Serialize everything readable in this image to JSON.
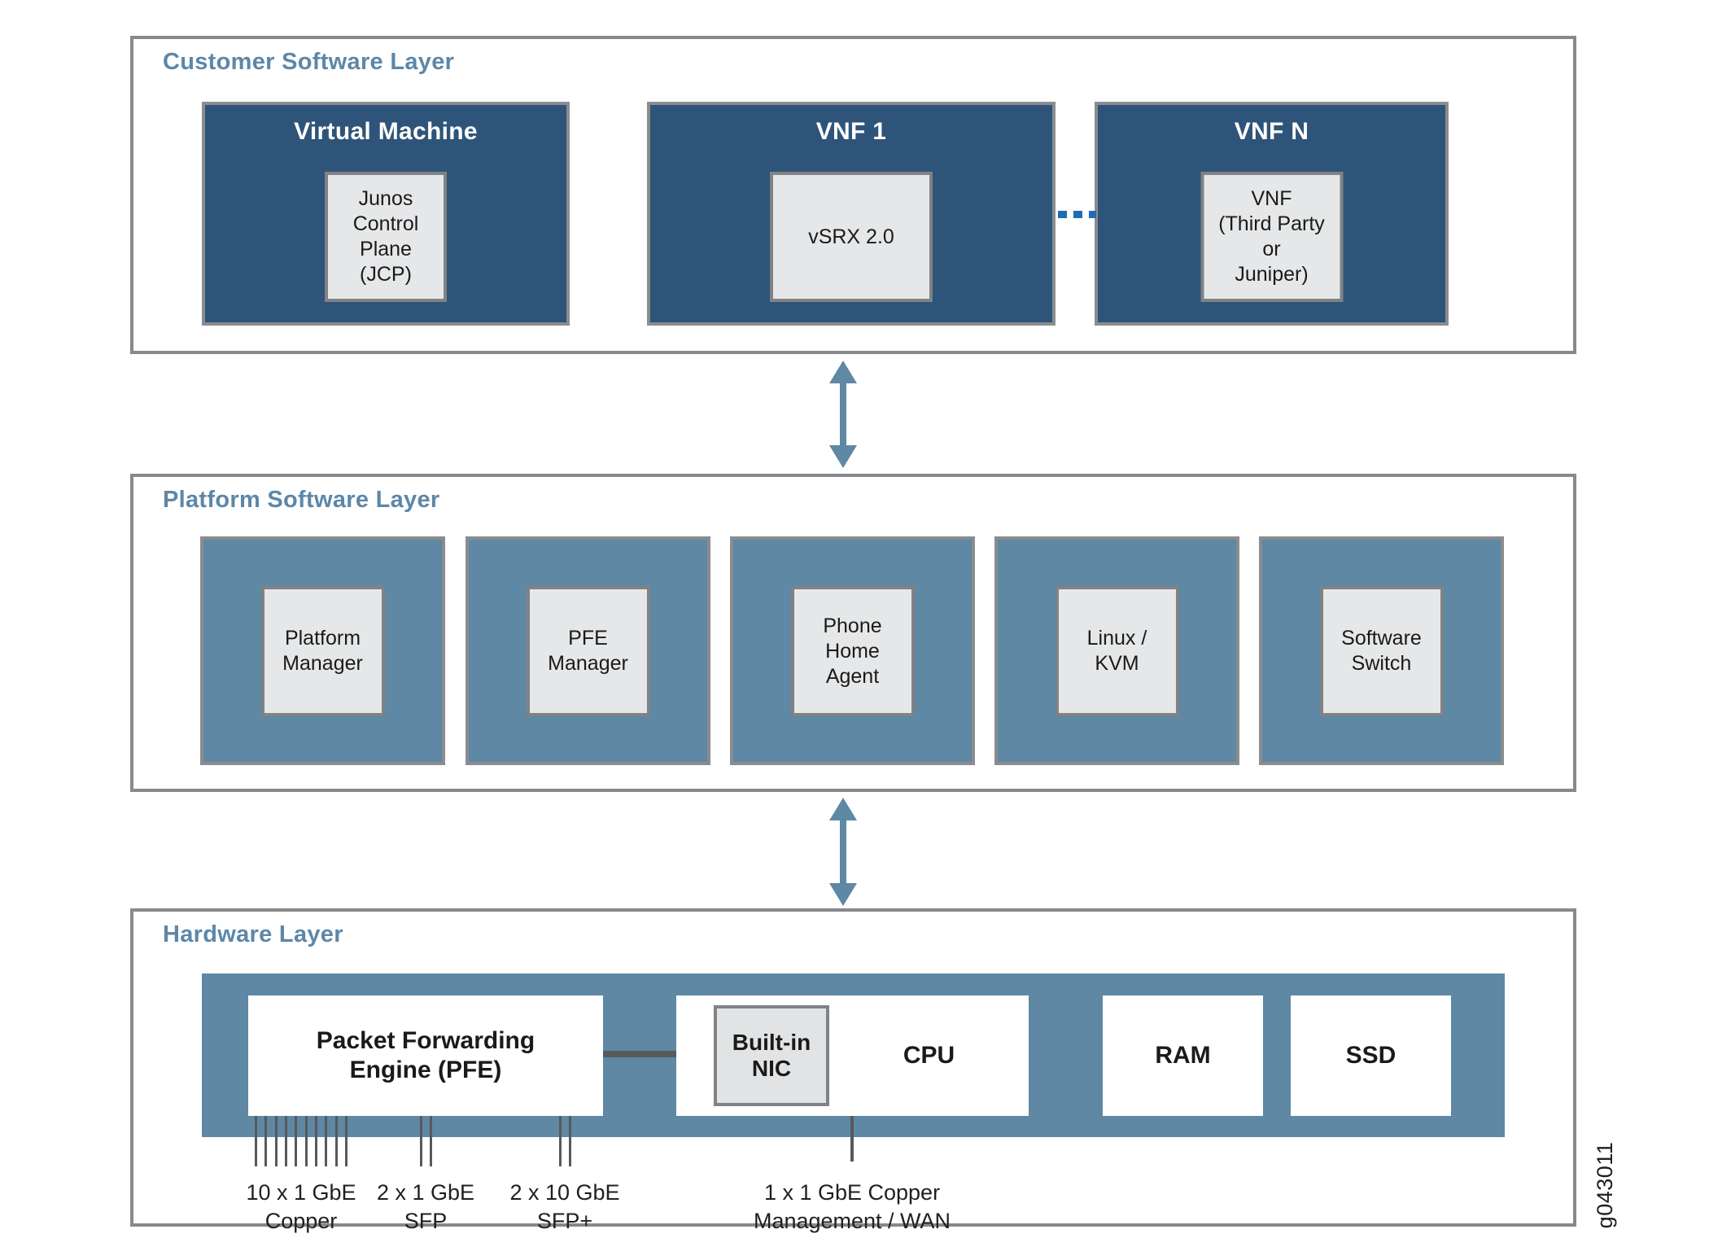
{
  "figure_id": "g043011",
  "colors": {
    "navy_box": "#2e5479",
    "steel_blue": "#5e88a4",
    "layer_title_blue": "#5d87a8",
    "border_gray": "#87898c",
    "inner_box_gray": "#e6e7e8",
    "line_gray": "#58595b",
    "dotted_link_blue": "#1e6cb5"
  },
  "customer_layer": {
    "title": "Customer Software Layer",
    "boxes": [
      {
        "header": "Virtual Machine",
        "inner": "Junos\nControl\nPlane\n(JCP)"
      },
      {
        "header": "VNF 1",
        "inner": "vSRX 2.0"
      },
      {
        "header": "VNF N",
        "inner": "VNF\n(Third Party\nor\nJuniper)"
      }
    ]
  },
  "platform_layer": {
    "title": "Platform Software Layer",
    "modules": [
      {
        "label": "Platform\nManager"
      },
      {
        "label": "PFE\nManager"
      },
      {
        "label": "Phone\nHome\nAgent"
      },
      {
        "label": "Linux /\nKVM"
      },
      {
        "label": "Software\nSwitch"
      }
    ]
  },
  "hardware_layer": {
    "title": "Hardware Layer",
    "components": {
      "pfe": "Packet Forwarding\nEngine (PFE)",
      "nic": "Built-in\nNIC",
      "cpu": "CPU",
      "ram": "RAM",
      "ssd": "SSD"
    },
    "ports": [
      {
        "label": "10 x 1 GbE\nCopper",
        "lines": 10
      },
      {
        "label": "2 x 1 GbE\nSFP",
        "lines": 2
      },
      {
        "label": "2 x 10 GbE\nSFP+",
        "lines": 2
      },
      {
        "label": "1 x 1 GbE Copper\nManagement / WAN",
        "lines": 1
      }
    ]
  }
}
